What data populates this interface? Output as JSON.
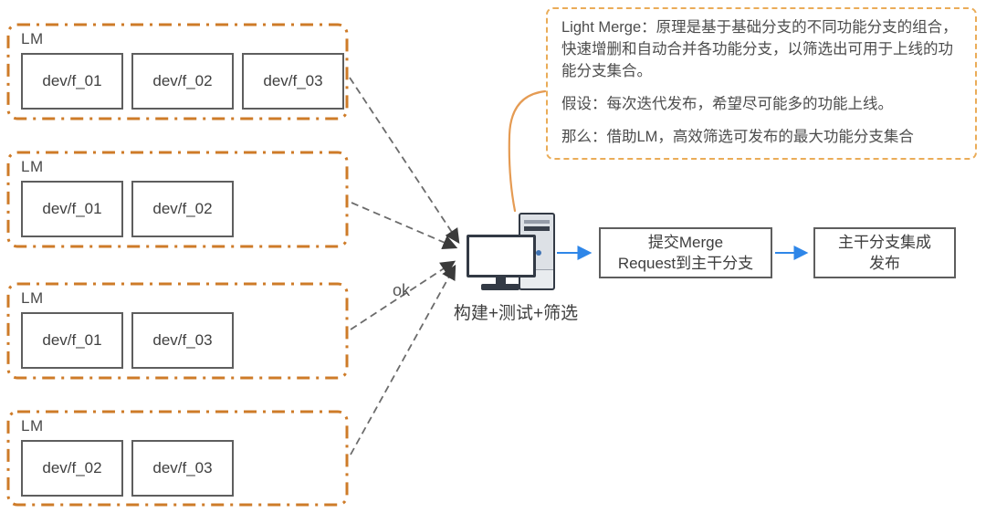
{
  "groups": [
    {
      "label": "LM",
      "branches": [
        "dev/f_01",
        "dev/f_02",
        "dev/f_03"
      ]
    },
    {
      "label": "LM",
      "branches": [
        "dev/f_01",
        "dev/f_02"
      ]
    },
    {
      "label": "LM",
      "branches": [
        "dev/f_01",
        "dev/f_03"
      ]
    },
    {
      "label": "LM",
      "branches": [
        "dev/f_02",
        "dev/f_03"
      ]
    }
  ],
  "annotation": {
    "paragraphs": [
      "Light Merge：原理是基于基础分支的不同功能分支的组合，快速增删和自动合并各功能分支，以筛选出可用于上线的功能分支集合。",
      "假设：每次迭代发布，希望尽可能多的功能上线。",
      "那么：借助LM，高效筛选可发布的最大功能分支集合"
    ]
  },
  "process": {
    "ok_label": "ok",
    "build_label": "构建+测试+筛选",
    "steps": [
      "提交Merge\nRequest到主干分支",
      "主干分支集成\n发布"
    ]
  },
  "colors": {
    "group_border": "#CE7B28",
    "annotation_border": "#EAAC58",
    "callout_line": "#E59B53",
    "dashed_line": "#6B6B6B",
    "arrowhead": "#3A3A3A",
    "blue_arrow": "#2E86E8",
    "box_border": "#5E5E5E",
    "text": "#434343"
  }
}
